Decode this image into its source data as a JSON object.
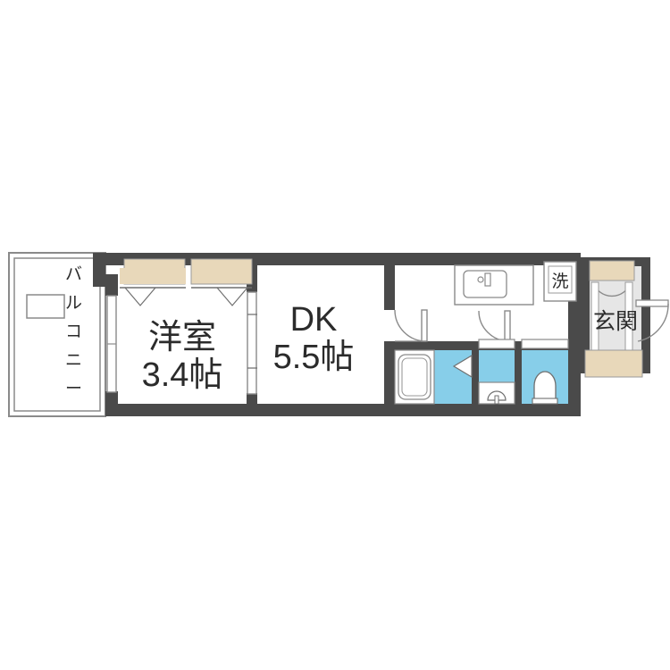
{
  "document": {
    "type": "floor-plan",
    "layout_name": "1DK",
    "background_color": "#ffffff"
  },
  "palette": {
    "wall": "#4a4a4a",
    "wall_thin": "#8a8a8a",
    "floor": "#ffffff",
    "water_blue": "#87cee9",
    "tatami_beige": "#e8d8ba",
    "entry_gray": "#e6e6e6",
    "text": "#2b2b2b",
    "fixture_outline": "#6f6f6f"
  },
  "rooms": [
    {
      "id": "balcony",
      "name": "balcony",
      "label": "バルコニー",
      "label_orientation": "vertical",
      "sublabel": ""
    },
    {
      "id": "bedroom",
      "name": "western-style-room",
      "label": "洋室",
      "sublabel": "3.4帖",
      "area_jo": 3.4
    },
    {
      "id": "dk",
      "name": "dining-kitchen",
      "label": "DK",
      "sublabel": "5.5帖",
      "area_jo": 5.5
    },
    {
      "id": "entrance",
      "name": "entrance",
      "label": "玄関",
      "sublabel": ""
    }
  ],
  "fixtures": [
    {
      "id": "washing-machine",
      "name": "washing-machine-space",
      "label": "洗"
    },
    {
      "id": "kitchen-sink",
      "name": "kitchen-sink",
      "label": ""
    },
    {
      "id": "bathtub",
      "name": "bathtub",
      "label": ""
    },
    {
      "id": "vanity-basin",
      "name": "vanity-basin",
      "label": ""
    },
    {
      "id": "toilet",
      "name": "toilet",
      "label": ""
    },
    {
      "id": "closet-left",
      "name": "closet-left",
      "label": ""
    },
    {
      "id": "closet-right",
      "name": "closet-right",
      "label": ""
    },
    {
      "id": "shoe-cabinet",
      "name": "shoe-cabinet",
      "label": ""
    },
    {
      "id": "entry-tile",
      "name": "entry-tile",
      "label": ""
    },
    {
      "id": "balcony-unit",
      "name": "balcony-outdoor-unit",
      "label": ""
    }
  ],
  "doors": [
    {
      "id": "front-door",
      "name": "front-door",
      "type": "swing"
    },
    {
      "id": "dk-hall-door",
      "name": "dk-hall-door",
      "type": "swing"
    },
    {
      "id": "bath-door",
      "name": "bath-door",
      "type": "folding"
    },
    {
      "id": "toilet-door",
      "name": "toilet-door",
      "type": "swing"
    },
    {
      "id": "bedroom-dk-door",
      "name": "bedroom-dk-sliding-door",
      "type": "sliding"
    },
    {
      "id": "balcony-door",
      "name": "balcony-sliding-door",
      "type": "sliding"
    }
  ]
}
